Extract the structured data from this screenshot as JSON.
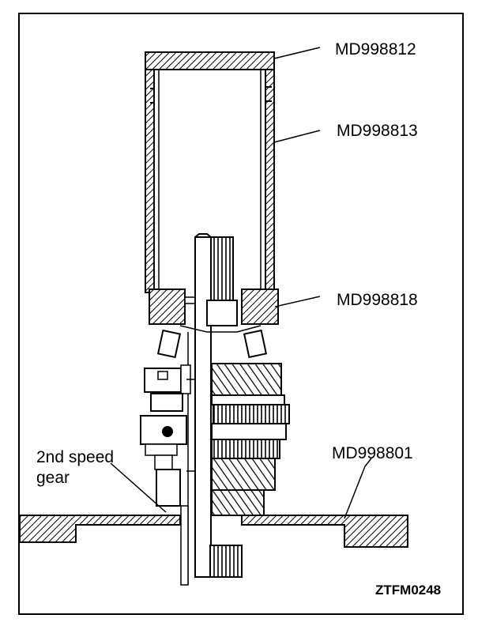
{
  "labels": {
    "tool_top": "MD998812",
    "tool_sleeve": "MD998813",
    "tool_base_ring": "MD998818",
    "tool_plate": "MD998801",
    "gear_line1": "2nd speed",
    "gear_line2": "gear"
  },
  "figure_code": "ZTFM0248",
  "colors": {
    "ink": "#000000",
    "paper": "#ffffff"
  }
}
